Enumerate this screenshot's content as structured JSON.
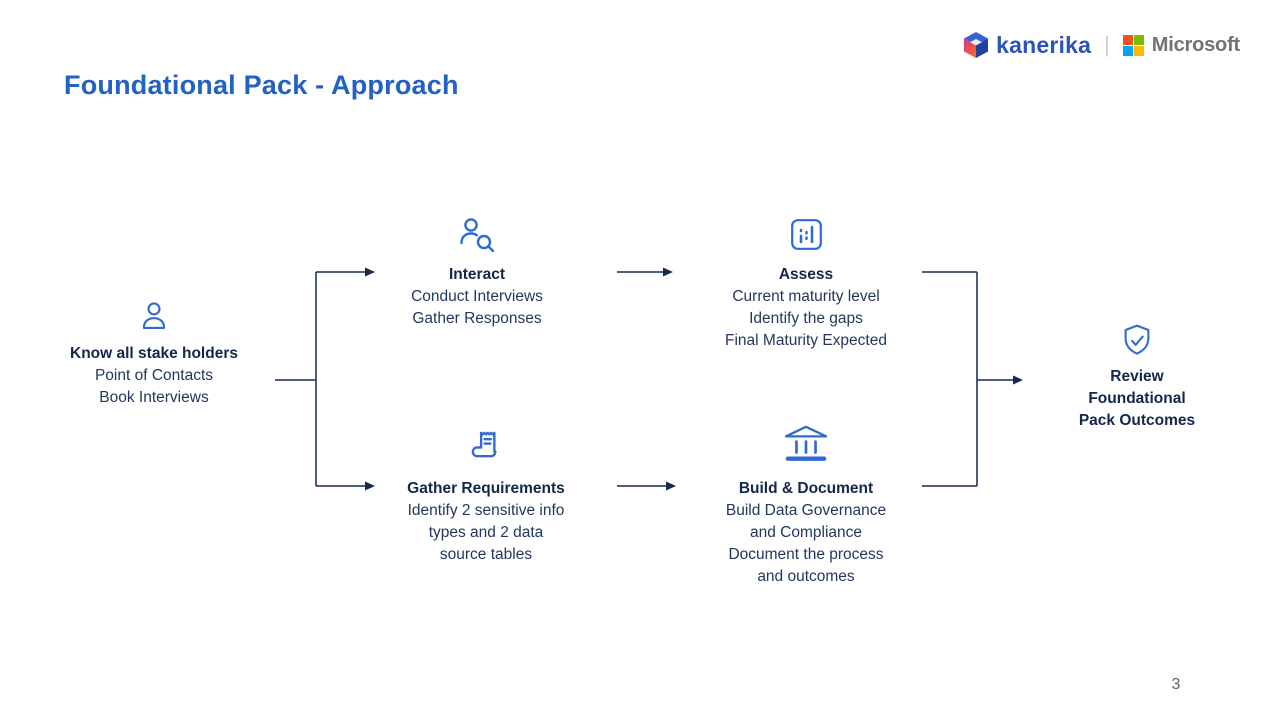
{
  "slide": {
    "title": "Foundational Pack - Approach",
    "page_number": "3"
  },
  "branding": {
    "kanerika_wordmark": "kanerika",
    "separator": "|",
    "microsoft_wordmark": "Microsoft"
  },
  "colors": {
    "title_blue": "#2261c5",
    "icon_blue": "#2f6bd1",
    "heading_navy": "#13264c",
    "text_navy": "#22375f",
    "arrow_navy": "#16294f",
    "kanerika_blue": "#2b53b9",
    "microsoft_gray": "#737373",
    "divider_gray": "#c9ced6",
    "page_gray": "#606060",
    "ms_red": "#f25022",
    "ms_green": "#7fba00",
    "ms_blue": "#00a4ef",
    "ms_yellow": "#ffb900"
  },
  "flow": {
    "nodes": [
      {
        "id": "stakeholders",
        "icon": "person-icon",
        "title": "Know all stake holders",
        "lines": [
          "Point of Contacts",
          "Book Interviews"
        ]
      },
      {
        "id": "interact",
        "icon": "person-search-icon",
        "title": "Interact",
        "lines": [
          "Conduct Interviews",
          "Gather Responses"
        ]
      },
      {
        "id": "assess",
        "icon": "bar-chart-icon",
        "title": "Assess",
        "lines": [
          "Current maturity level",
          "Identify the gaps",
          "Final Maturity Expected"
        ]
      },
      {
        "id": "gather-requirements",
        "icon": "receipt-icon",
        "title": "Gather Requirements",
        "lines": [
          "Identify 2 sensitive info",
          "types and 2 data",
          "source tables"
        ]
      },
      {
        "id": "build-document",
        "icon": "bank-icon",
        "title": "Build & Document",
        "lines": [
          "Build Data Governance",
          "and Compliance",
          "Document the process",
          "and outcomes"
        ]
      },
      {
        "id": "review-outcomes",
        "icon": "shield-check-icon",
        "title_lines": [
          "Review",
          "Foundational",
          "Pack Outcomes"
        ]
      }
    ]
  }
}
